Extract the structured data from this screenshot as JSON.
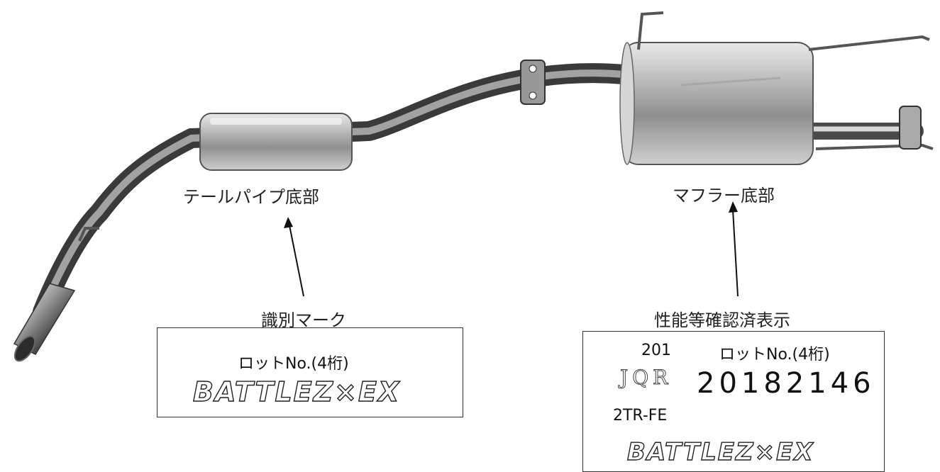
{
  "labels": {
    "tailpipe_bottom": "テールパイプ底部",
    "muffler_bottom": "マフラー底部",
    "id_mark": "識別マーク",
    "cert_display": "性能等確認済表示"
  },
  "id_mark_box": {
    "lot": "ロットNo.(4桁)",
    "brand": "BATTLEZ×EX"
  },
  "cert_box": {
    "code_top": "201",
    "lot": "ロットNo.(4桁)",
    "jqr": "JQR",
    "number": "20182146",
    "engine": "2TR-FE",
    "brand": "BATTLEZ×EX"
  }
}
